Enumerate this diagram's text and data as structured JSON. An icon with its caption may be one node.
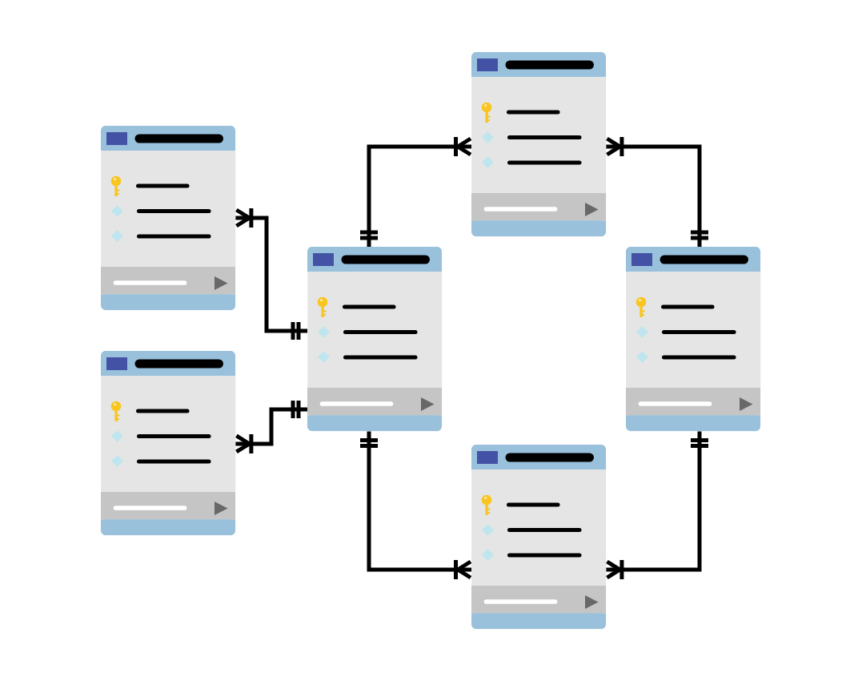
{
  "diagram": {
    "nodes": [
      {
        "text": [],
        "shape": "table"
      },
      {
        "text": [],
        "shape": "table"
      },
      {
        "text": [],
        "shape": "table"
      },
      {
        "text": [],
        "shape": "table"
      },
      {
        "text": [],
        "shape": "table"
      },
      {
        "text": [],
        "shape": "table"
      }
    ],
    "edges": [
      {
        "from": 2,
        "to": 0,
        "arrow": "other"
      },
      {
        "from": 2,
        "to": 1,
        "arrow": "other"
      },
      {
        "from": 2,
        "to": 3,
        "arrow": "other"
      },
      {
        "from": 4,
        "to": 3,
        "arrow": "other"
      },
      {
        "from": 2,
        "to": 5,
        "arrow": "other"
      },
      {
        "from": 4,
        "to": 5,
        "arrow": "other"
      }
    ]
  }
}
